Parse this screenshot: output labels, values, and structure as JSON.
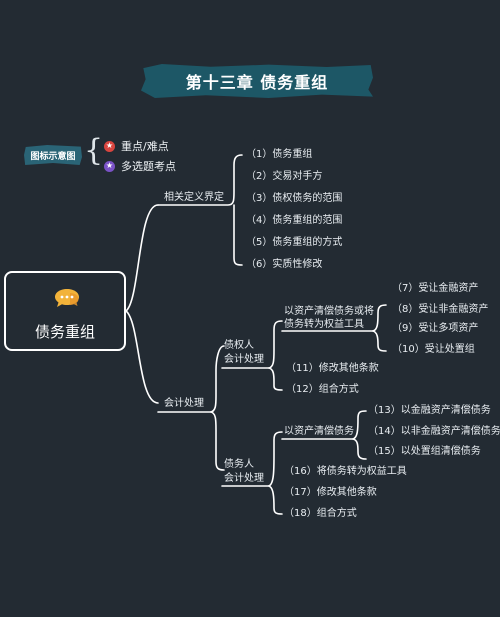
{
  "title": "第十三章 债务重组",
  "legend": {
    "tag": "图标示意图",
    "items": [
      {
        "icon": "★",
        "label": "重点/难点",
        "color": "#d9453f"
      },
      {
        "icon": "★",
        "label": "多选题考点",
        "color": "#7a52c7"
      }
    ]
  },
  "root": {
    "label": "债务重组",
    "icon": "chat-bubbles-icon"
  },
  "branches": {
    "definition": {
      "label": "相关定义界定",
      "items": [
        "（1）债务重组",
        "（2）交易对手方",
        "（3）债权债务的范围",
        "（4）债务重组的范围",
        "（5）债务重组的方式",
        "（6）实质性修改"
      ]
    },
    "accounting": {
      "label": "会计处理",
      "creditor": {
        "label_line1": "债权人",
        "label_line2": "会计处理",
        "sub": {
          "label_line1": "以资产清偿债务或将",
          "label_line2": "债务转为权益工具",
          "items": [
            "（7）受让金融资产",
            "（8）受让非金融资产",
            "（9）受让多项资产",
            "（10）受让处置组"
          ]
        },
        "items": [
          "（11）修改其他条款",
          "（12）组合方式"
        ]
      },
      "debtor": {
        "label_line1": "债务人",
        "label_line2": "会计处理",
        "sub": {
          "label": "以资产清偿债务",
          "items": [
            "（13）以金融资产清偿债务",
            "（14）以非金融资产清偿债务",
            "（15）以处置组清偿债务"
          ]
        },
        "items": [
          "（16）将债务转为权益工具",
          "（17）修改其他条款",
          "（18）组合方式"
        ]
      }
    }
  }
}
